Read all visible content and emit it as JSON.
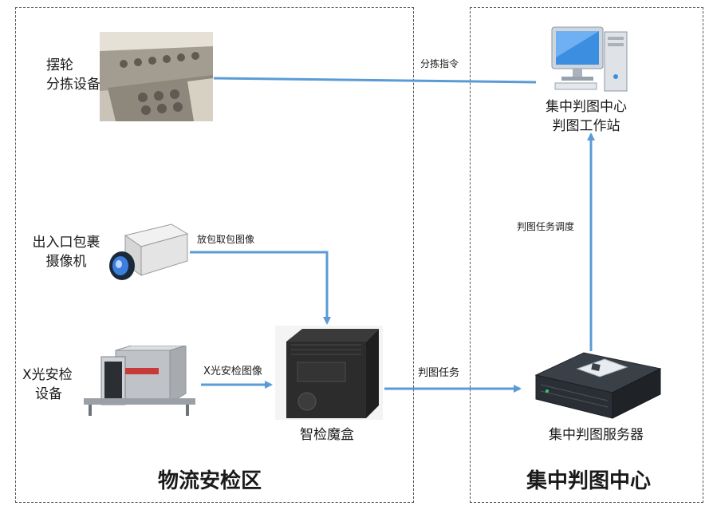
{
  "zones": {
    "left_title": "物流安检区",
    "right_title": "集中判图中心"
  },
  "devices": {
    "sorter": {
      "line1": "摆轮",
      "line2": "分拣设备"
    },
    "camera": {
      "line1": "出入口包裹",
      "line2": "摄像机"
    },
    "xray": {
      "line1": "X光安检",
      "line2": "设备"
    },
    "box": {
      "label": "智检魔盒"
    },
    "workstation": {
      "line1": "集中判图中心",
      "line2": "判图工作站"
    },
    "server": {
      "label": "集中判图服务器"
    }
  },
  "flows": {
    "sort_command": "分拣指令",
    "camera_images": "放包取包图像",
    "xray_images": "X光安检图像",
    "judge_task": "判图任务",
    "task_dispatch": "判图任务调度"
  },
  "colors": {
    "arrow": "#5b9bd5",
    "zone_border": "#555555"
  }
}
